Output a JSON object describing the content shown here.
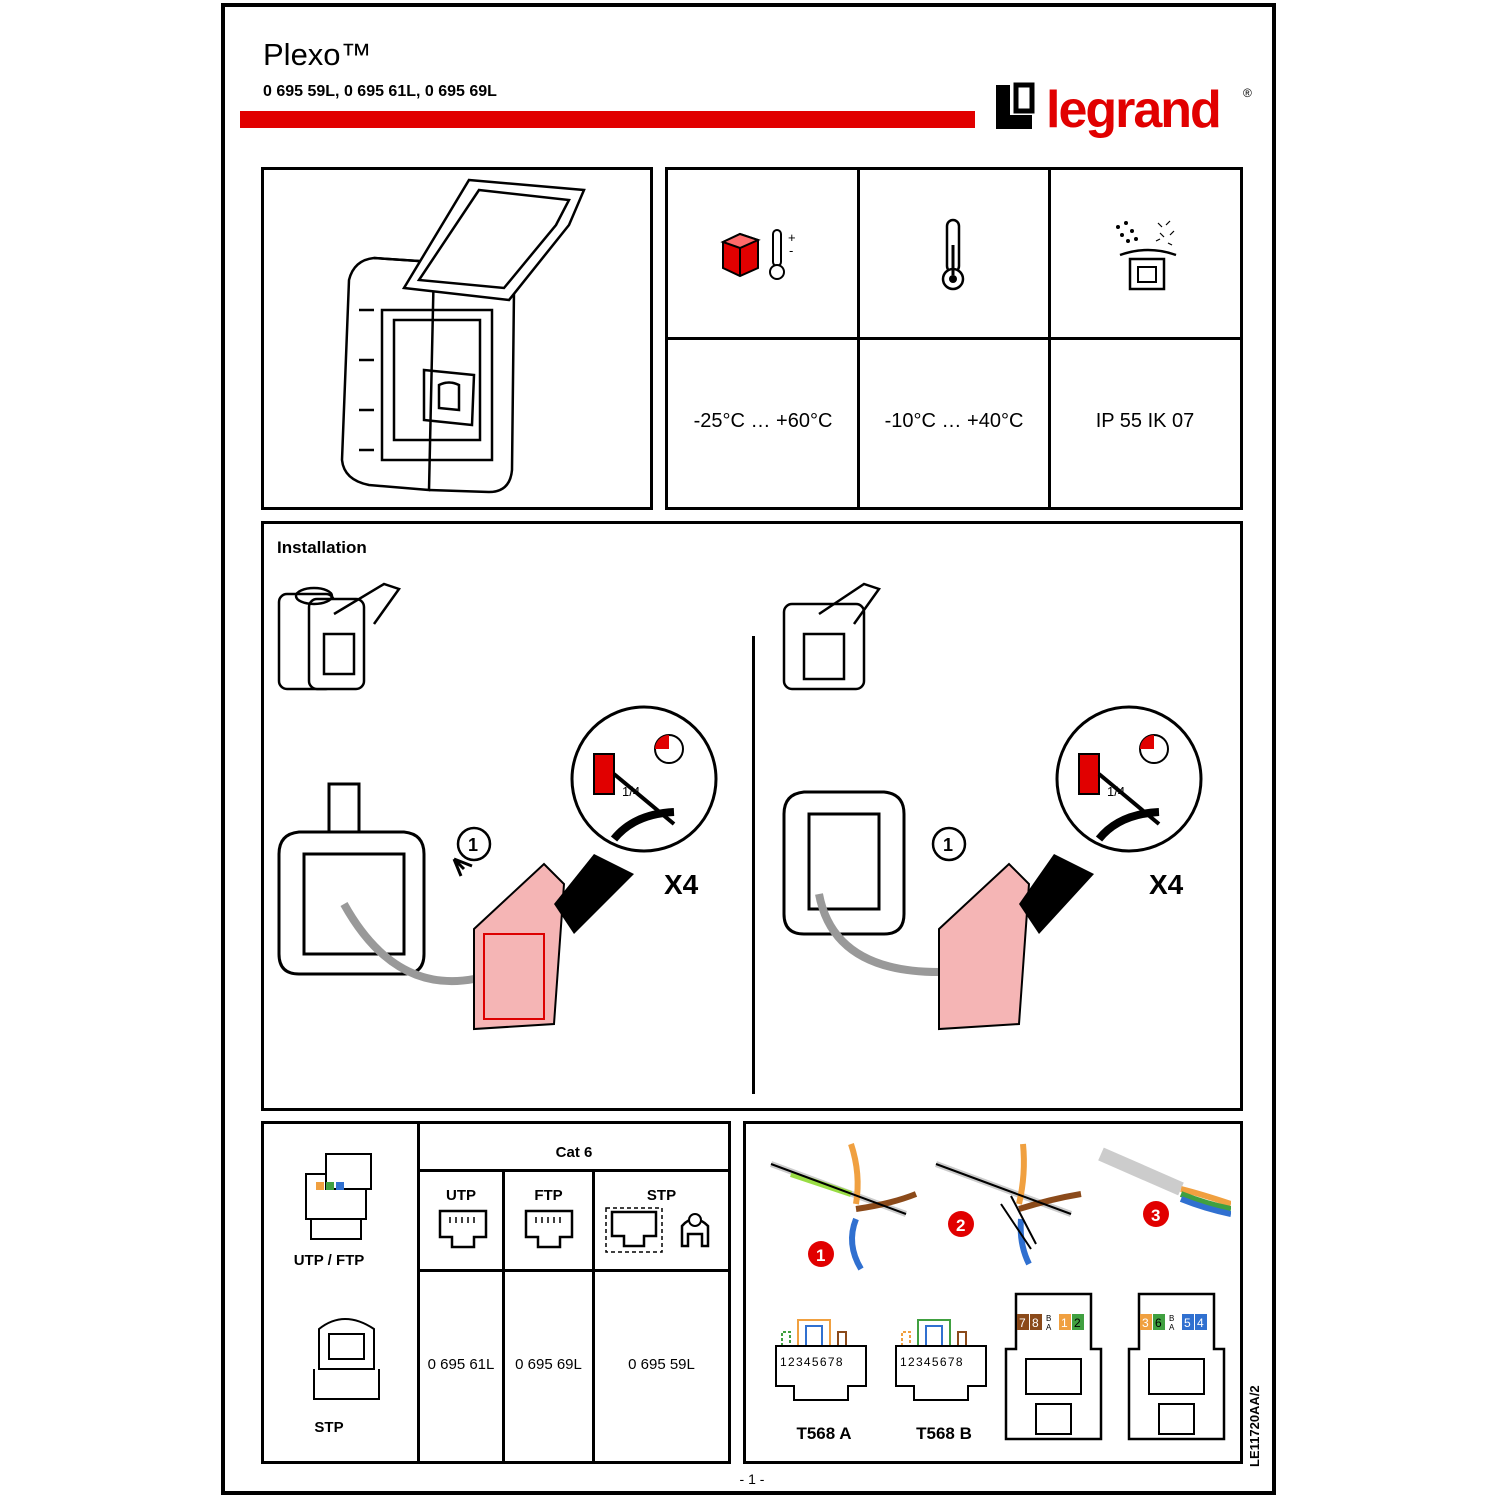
{
  "header": {
    "title": "Plexo™",
    "references": "0 695 59L, 0 695 61L, 0 695 69L",
    "brand": "legrand",
    "brand_mark": "®",
    "brand_color": "#e10000"
  },
  "specs": {
    "storage_range": "-25°C … +60°C",
    "operating_range": "-10°C … +40°C",
    "protection": "IP 55 IK 07",
    "icons": [
      "storage-temperature-icon",
      "operating-temperature-icon",
      "ip-protection-icon"
    ]
  },
  "installation": {
    "heading": "Installation",
    "step_number": "1",
    "quarter_turn": "1/4",
    "repeat_count": "X4"
  },
  "compat_table": {
    "header": "Cat 6",
    "columns": [
      "UTP",
      "FTP",
      "STP"
    ],
    "row_labels": [
      "UTP / FTP",
      "STP"
    ],
    "references": [
      "0 695 61L",
      "0 695 69L",
      "0 695 59L"
    ]
  },
  "wiring": {
    "steps": [
      "1",
      "2",
      "3"
    ],
    "pin_numbers": "12345678",
    "standards": [
      "T568 A",
      "T568 B"
    ],
    "connector_a_labels": [
      "7",
      "8",
      "B",
      "A",
      "1",
      "2"
    ],
    "connector_b_labels": [
      "3",
      "6",
      "B",
      "A",
      "5",
      "4"
    ],
    "document_ref": "LE11720AA/2"
  },
  "footer": {
    "page": "- 1 -"
  }
}
